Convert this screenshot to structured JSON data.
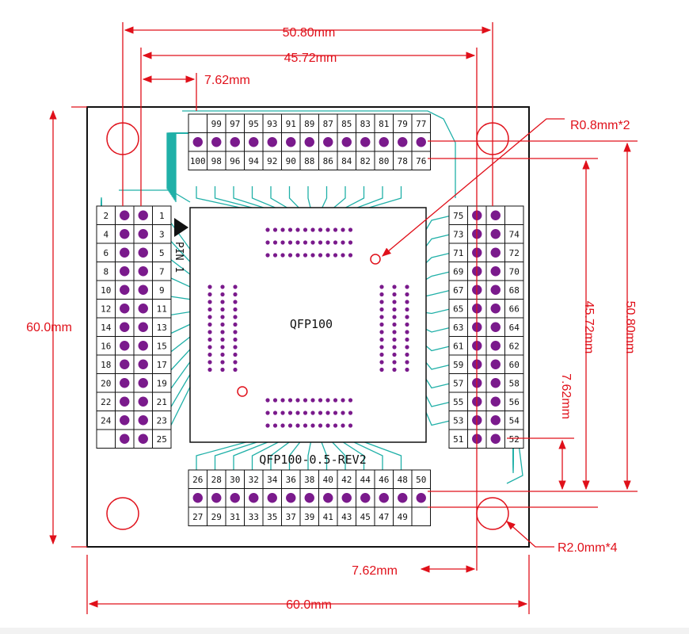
{
  "colors": {
    "dimension": "#e0101a",
    "trace": "#20b0a8",
    "pad": "#7a1a8c",
    "board_outline": "#111111"
  },
  "dimensions": {
    "top_outer": "50.80mm",
    "top_inner": "45.72mm",
    "top_pitch": "7.62mm",
    "left_height": "60.0mm",
    "right_outer": "50.80mm",
    "right_inner": "45.72mm",
    "right_pitch": "7.62mm",
    "bottom_pitch": "7.62mm",
    "bottom_width": "60.0mm",
    "small_hole": "R0.8mm*2",
    "mount_hole": "R2.0mm*4"
  },
  "board": {
    "chip_label": "QFP100",
    "board_label": "QFP100-0.5-REV2",
    "pin1_label": "PIN 1"
  },
  "headers": {
    "top_upper": [
      "99",
      "97",
      "95",
      "93",
      "91",
      "89",
      "87",
      "85",
      "83",
      "81",
      "79",
      "77"
    ],
    "top_lower": [
      "100",
      "98",
      "96",
      "94",
      "92",
      "90",
      "88",
      "86",
      "84",
      "82",
      "80",
      "78",
      "76"
    ],
    "left_outer": [
      "2",
      "4",
      "6",
      "8",
      "10",
      "12",
      "14",
      "16",
      "18",
      "20",
      "22",
      "24"
    ],
    "left_inner": [
      "1",
      "3",
      "5",
      "7",
      "9",
      "11",
      "13",
      "15",
      "17",
      "19",
      "21",
      "23",
      "25"
    ],
    "right_outer": [
      "75",
      "73",
      "71",
      "69",
      "67",
      "65",
      "63",
      "61",
      "59",
      "57",
      "55",
      "53",
      "51"
    ],
    "right_inner": [
      "74",
      "72",
      "70",
      "68",
      "66",
      "64",
      "62",
      "60",
      "58",
      "56",
      "54",
      "52"
    ],
    "bottom_upper": [
      "26",
      "28",
      "30",
      "32",
      "34",
      "36",
      "38",
      "40",
      "42",
      "44",
      "46",
      "48",
      "50"
    ],
    "bottom_lower": [
      "27",
      "29",
      "31",
      "33",
      "35",
      "37",
      "39",
      "41",
      "43",
      "45",
      "47",
      "49"
    ]
  }
}
